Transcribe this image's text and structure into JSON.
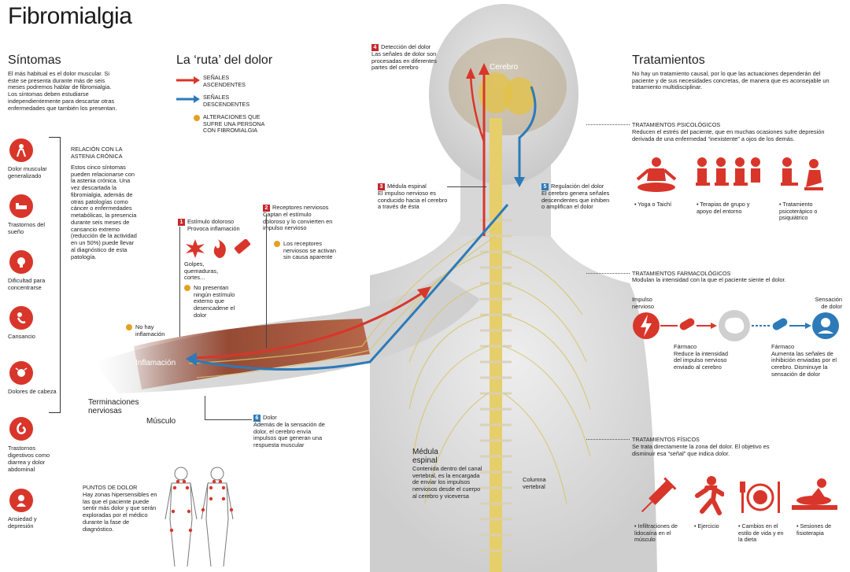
{
  "title": "Fibromialgia",
  "sintomas": {
    "heading": "Síntomas",
    "intro": "El más habitual es el dolor muscular. Si éste se presenta durante más de seis meses podremos hablar de fibromialgia. Los síntomas deben estudiarse independientemente para descartar otras enfermedades que también los presentan.",
    "items": [
      {
        "label": "Dolor muscular generalizado",
        "icon": "body-pain-icon"
      },
      {
        "label": "Trastornos del sueño",
        "icon": "bed-icon"
      },
      {
        "label": "Dificultad para concentrarse",
        "icon": "head-icon"
      },
      {
        "label": "Cansancio",
        "icon": "tired-icon"
      },
      {
        "label": "Dolores de cabeza",
        "icon": "headache-icon"
      },
      {
        "label": "Trastornos digestivos como diarrea y dolor abdominal",
        "icon": "stomach-icon"
      },
      {
        "label": "Ansiedad y depresión",
        "icon": "anxiety-icon"
      }
    ],
    "astenia_title": "RELACIÓN CON LA ASTENIA CRÓNICA",
    "astenia_text": "Estos cinco síntomas pueden relacionarse con la astenia crónica. Una vez descartada la fibromialgia, además de otras patologías como cáncer o enfermedades metabólicas, la presencia durante seis meses de cansancio extremo (reducción de la actividad en un 50%) puede llevar al diagnóstico de esta patología.",
    "puntos_title": "PUNTOS DE DOLOR",
    "puntos_text": "Hay zonas hipersensibles en las que el paciente puede sentir más dolor y que serán exploradas por el médico durante la fase de diagnóstico."
  },
  "ruta": {
    "heading": "La ‘ruta’ del dolor",
    "legend_asc": "SEÑALES ASCENDENTES",
    "legend_desc": "SEÑALES DESCENDENTES",
    "legend_alt": "ALTERACIONES QUE SUFRE UNA PERSONA CON FIBROMIALGIA",
    "step1_title": "Estímulo doloroso",
    "step1_text": "Provoca inflamación",
    "step1_examples": "Golpes, quemaduras, cortes...",
    "step1_alt": "No presentan ningún estímulo externo que desencadene el dolor",
    "no_inflamacion": "No hay inflamación",
    "step2_title": "Receptores nerviosos",
    "step2_text": "Captan el estímulo doloroso y lo convierten en impulso nervioso",
    "step2_alt": "Los receptores nerviosos se activan sin causa aparente",
    "step3_title": "Médula espinal",
    "step3_text": "El impulso nervioso es conducido hacia el cerebro a través de ésta",
    "step4_title": "Detección del dolor",
    "step4_text": "Las señales de dolor son procesadas en diferentes partes del cerebro",
    "step5_title": "Regulación del dolor",
    "step5_text": "El cerebro genera señales descendentes que inhiben o amplifican el dolor",
    "step6_title": "Dolor",
    "step6_text": "Además de la sensación de dolor, el cerebro envía impulsos que generan una respuesta muscular",
    "label_cerebro": "Cerebro",
    "label_inflamacion": "Inflamación",
    "label_terminaciones": "Terminaciones nerviosas",
    "label_musculo": "Músculo",
    "label_medula": "Médula espinal",
    "medula_text": "Contenida dentro del canal vertebral, es la encargada de enviar los impulsos nerviosos desde el cuerpo al cerebro y viceversa",
    "label_columna": "Columna vertebral",
    "num1": "1",
    "num2": "2",
    "num3": "3",
    "num4": "4",
    "num5": "5",
    "num6": "6"
  },
  "tratamientos": {
    "heading": "Tratamientos",
    "intro": "No hay un tratamiento causal, por lo que las actuaciones dependerán del paciente y de sus necesidades concretas, de manera que es aconsejable un tratamiento multidisciplinar.",
    "psico_title": "TRATAMIENTOS PSICOLÓGICOS",
    "psico_text": "Reducen el estrés del paciente, que en muchas ocasiones sufre depresión derivada de una enfermedad “inexistente” a ojos de los demás.",
    "psico_items": [
      "Yoga o Taichí",
      "Terapias de grupo y apoyo del entorno",
      "Tratamiento psicoterápico o psiquiátrico"
    ],
    "farma_title": "TRATAMIENTOS FARMACOLÓGICOS",
    "farma_text": "Modulan la intensidad con la que el paciente siente el dolor.",
    "impulso": "Impulso nervioso",
    "sensacion": "Sensación de dolor",
    "farmaco1_title": "Fármaco",
    "farmaco1_text": "Reduce la intensidad del impulso nervioso enviado al cerebro",
    "farmaco2_title": "Fármaco",
    "farmaco2_text": "Aumenta las señales de inhibición enviadas por el cerebro. Disminuye la sensación de dolor",
    "fisico_title": "TRATAMIENTOS FÍSICOS",
    "fisico_text": "Se trata directamente la zona del dolor. El objetivo es disminuir esa “señal” que indica dolor.",
    "fisico_items": [
      "Infiltraciones de lidocaína en el músculo",
      "Ejercicio",
      "Cambios en el estilo de vida y en la dieta",
      "Sesiones de fisioterapia"
    ]
  },
  "colors": {
    "red": "#d8362b",
    "blue": "#2d7ab8",
    "orange": "#e4a024",
    "nerve": "#e8cf55"
  }
}
